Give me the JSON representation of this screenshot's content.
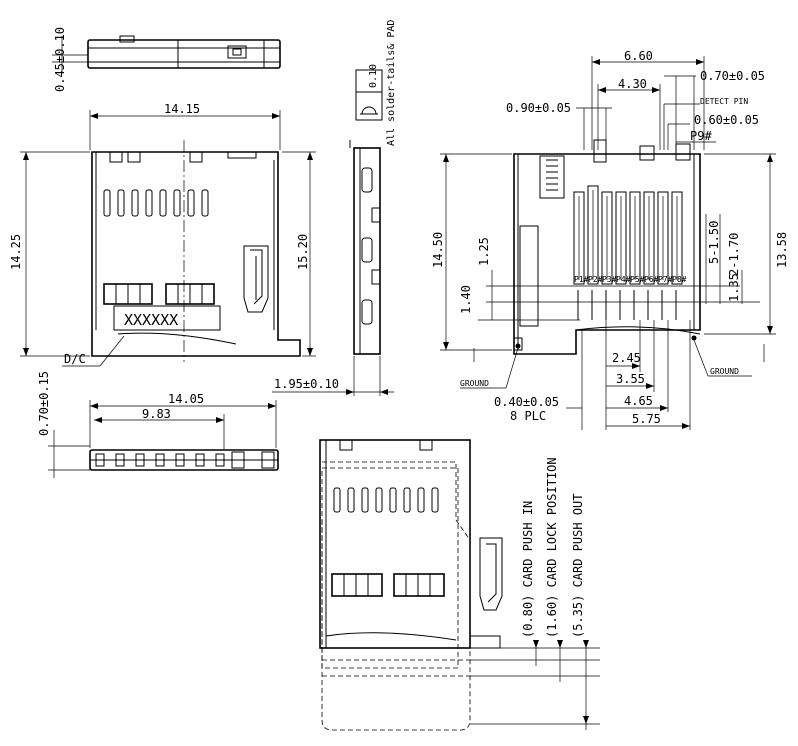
{
  "dimensions": {
    "top_thickness": "0.45±0.10",
    "width_top": "14.15",
    "height_left": "14.25",
    "height_inner": "15.20",
    "marking": "XXXXXX",
    "dc_label": "D/C",
    "flatness": "0.10",
    "flatness_note": "All solder-tails& PAD",
    "side_offset": "1.95±0.10",
    "bottom_width": "14.05",
    "bottom_inner": "9.83",
    "bottom_height": "0.70±0.15",
    "right_660": "6.60",
    "right_430": "4.30",
    "right_070": "0.70±0.05",
    "right_090": "0.90±0.05",
    "detect_pin": "DETECT PIN",
    "right_060": "0.60±0.05",
    "p9": "P9#",
    "right_1450": "14.50",
    "right_1358": "13.58",
    "right_125": "1.25",
    "right_140": "1.40",
    "right_5_150": "5-1.50",
    "right_2_170": "2-1.70",
    "right_135": "1.35",
    "ground_left": "GROUND",
    "ground_right": "GROUND",
    "right_245": "2.45",
    "right_355": "3.55",
    "right_465": "4.65",
    "right_575": "5.75",
    "pad_width": "0.40±0.05",
    "pad_count": "8 PLC",
    "pin_labels": [
      "P1#",
      "P2#",
      "P3#",
      "P4#",
      "P5#",
      "P6#",
      "P7#",
      "P8#"
    ]
  },
  "positions": {
    "push_in": "(0.80)  CARD PUSH IN",
    "lock": "(1.60)  CARD LOCK POSITION",
    "push_out": "(5.35)  CARD PUSH OUT"
  }
}
